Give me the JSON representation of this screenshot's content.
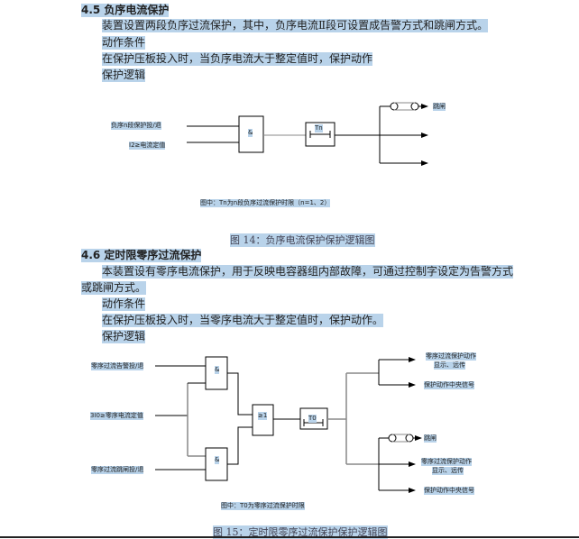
{
  "section45": {
    "heading": "4.5 负序电流保护",
    "para": "装置设置两段负序过流保护，其中，负序电流Ⅱ段可设置成告警方式和跳闸方式。",
    "cond_title": "动作条件",
    "cond": "在保护压板投入时，当负序电流大于整定值时，保护动作",
    "logic_title": "保护逻辑",
    "diagram": {
      "input1": "负序n段保护投/退",
      "input2": "I2≥电流定值",
      "and_gate": "&",
      "timer": "Tn",
      "out_trip": "跳闸",
      "note": "图中：Tn为n段负序过流保护时限（n=1、2）"
    },
    "caption": "图 14：负序电流保护保护逻辑图"
  },
  "section46": {
    "heading": "4.6 定时限零序过流保护",
    "para_line1": "本装置设有零序电流保护，用于反映电容器组内部故障，可通过控制字设定为告警方式",
    "para_line2": "或跳闸方式。",
    "cond_title": "动作条件",
    "cond": "在保护压板投入时，当零序电流大于整定值时，保护动作。",
    "logic_title": "保护逻辑",
    "diagram": {
      "input1": "零序过流告警投/退",
      "input2": "3I0≥零序电流定值",
      "input3": "零序过流跳闸投/退",
      "and_gate": "&",
      "or_gate": "≥1",
      "timer": "T0",
      "out1a": "零序过流保护动作",
      "out1b": "显示、远传",
      "out2": "保护动作中央信号",
      "out_trip": "跳闸",
      "out3a": "零序过流保护动作",
      "out3b": "显示、远传",
      "out4": "保护动作中央信号",
      "note": "图中：T0为零序过流保护时限"
    },
    "caption": "图 15：定时限零序过流保护保护逻辑图"
  }
}
